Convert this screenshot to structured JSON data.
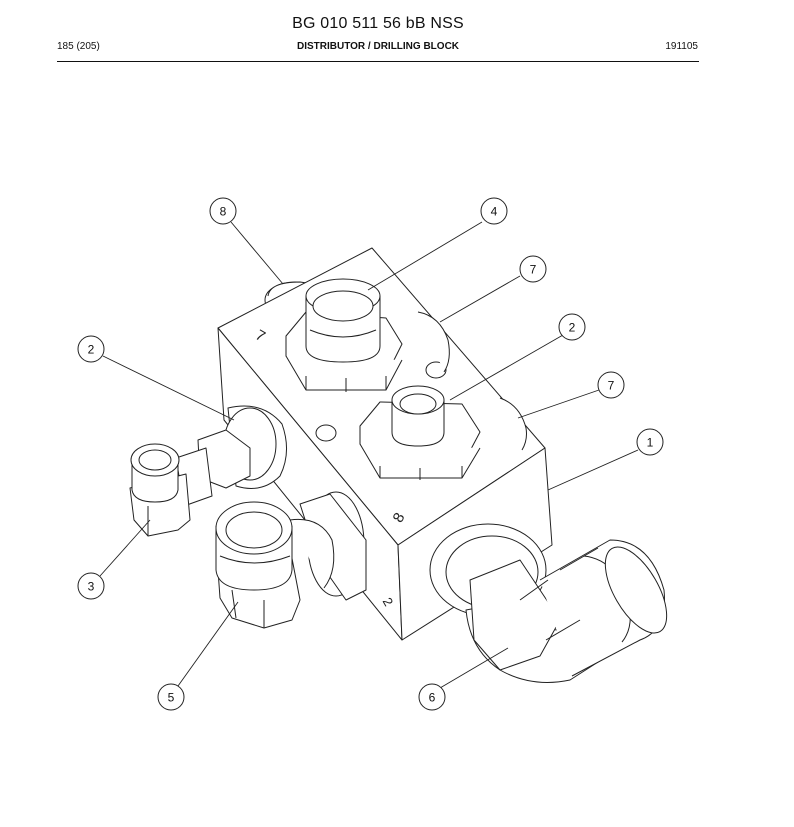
{
  "header": {
    "title": "BG 010 511 56 bB NSS",
    "page_ref": "185 (205)",
    "section": "DISTRIBUTOR / DRILLING BLOCK",
    "doc_code": "191105"
  },
  "callouts": [
    "8",
    "4",
    "7",
    "2",
    "2",
    "7",
    "1",
    "3",
    "5",
    "6"
  ],
  "block_markings": [
    "7",
    "8",
    "2"
  ]
}
